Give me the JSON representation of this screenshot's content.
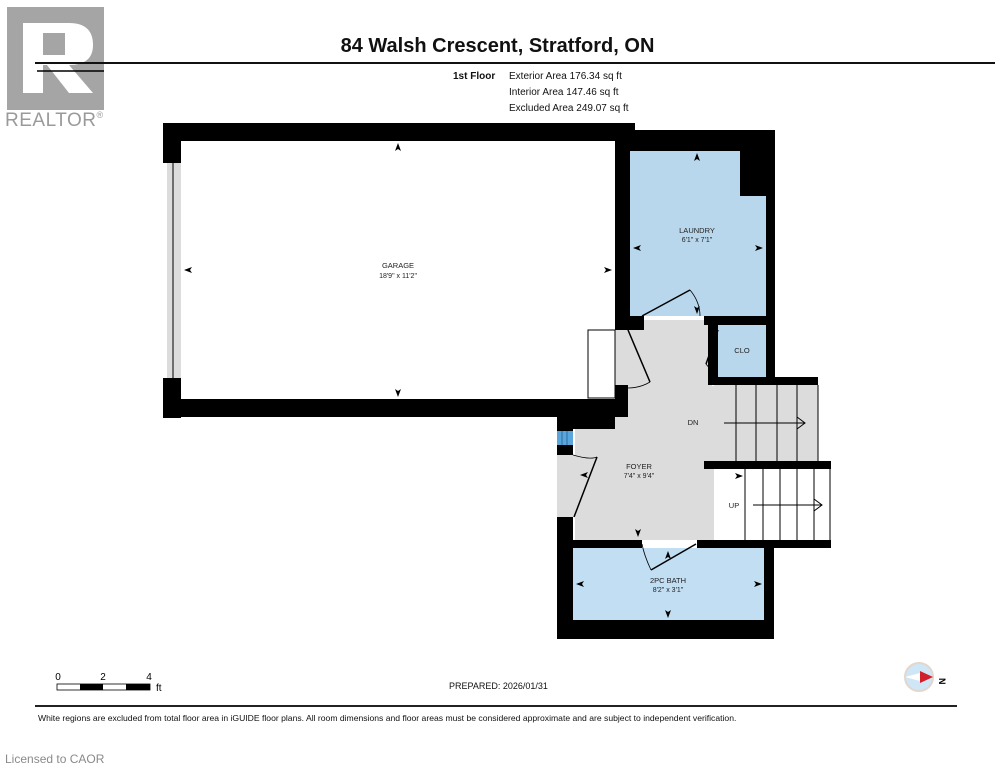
{
  "logo": {
    "brand": "REALTOR",
    "registered_mark": "®"
  },
  "header": {
    "title": "84 Walsh Crescent, Stratford, ON",
    "floor_label": "1st Floor",
    "areas": [
      "Exterior Area 176.34 sq ft",
      "Interior Area 147.46 sq ft",
      "Excluded Area 249.07 sq ft"
    ]
  },
  "rooms": {
    "garage": {
      "name": "GARAGE",
      "dims": "18'9\" x 11'2\""
    },
    "laundry": {
      "name": "LAUNDRY",
      "dims": "6'1\" x 7'1\""
    },
    "closet": {
      "name": "CLO"
    },
    "foyer": {
      "name": "FOYER",
      "dims": "7'4\" x 9'4\""
    },
    "bath": {
      "name": "2PC BATH",
      "dims": "8'2\" x 3'1\""
    }
  },
  "stairs": {
    "down_label": "DN",
    "up_label": "UP"
  },
  "colors": {
    "wall": "#000000",
    "included_room": "#b9d7ec",
    "circulation": "#dcdcdc",
    "excluded": "#ffffff",
    "window": "#5aa6dc",
    "compass_accent": "#d0202a"
  },
  "scale": {
    "ticks": [
      "0",
      "2",
      "4"
    ],
    "unit": "ft"
  },
  "compass": {
    "label": "N"
  },
  "footer": {
    "prepared": "PREPARED: 2026/01/31",
    "disclaimer": "White regions are excluded from total floor area in iGUIDE floor plans. All room dimensions and floor areas must be considered approximate and are subject to independent verification.",
    "licensed": "Licensed to CAOR"
  }
}
